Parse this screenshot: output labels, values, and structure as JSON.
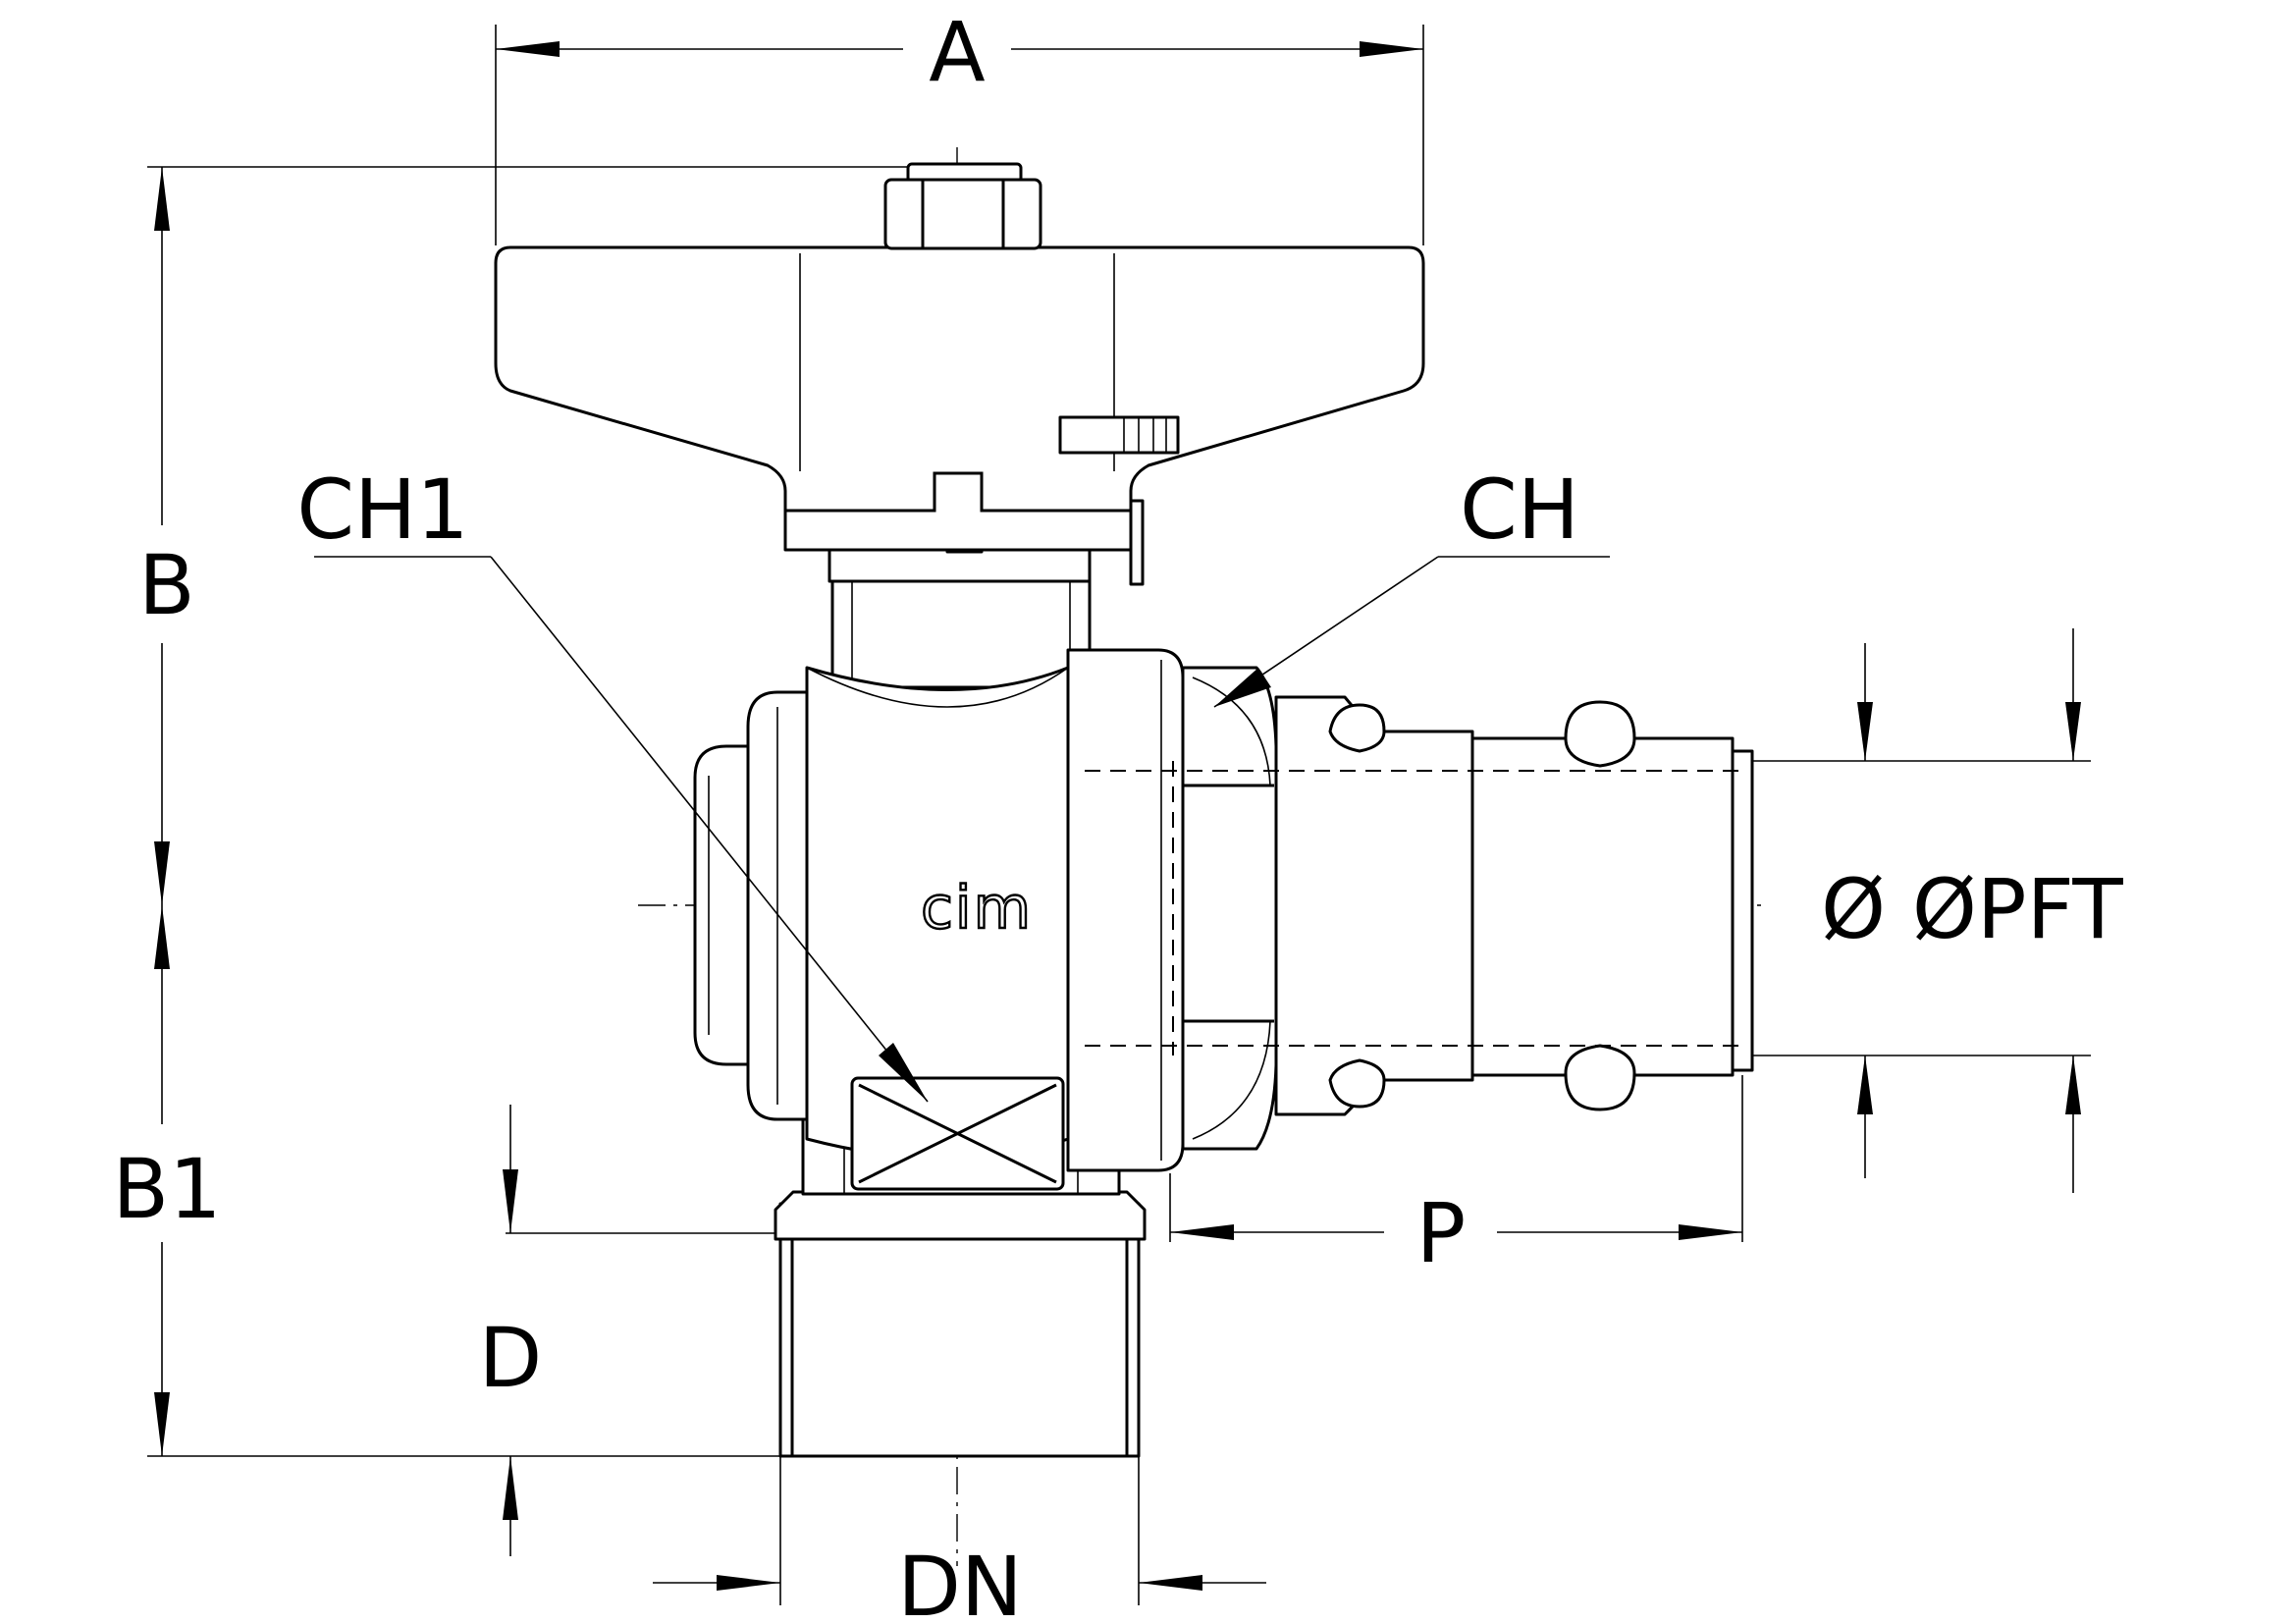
{
  "dimensions": {
    "A": "A",
    "B": "B",
    "B1": "B1",
    "CH1": "CH1",
    "CH": "CH",
    "PFT": "Ø ØPFT",
    "P": "P",
    "D": "D",
    "DN": "DN"
  },
  "logo": "cim"
}
